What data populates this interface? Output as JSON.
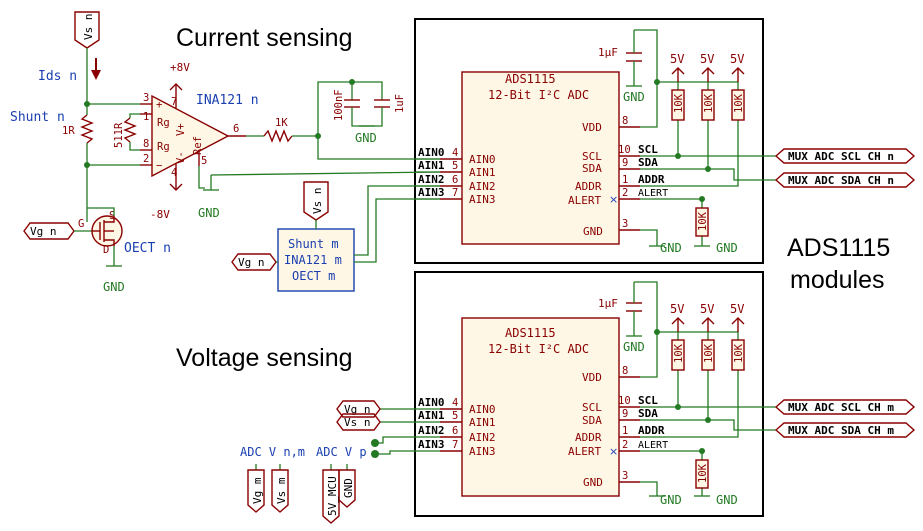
{
  "headings": {
    "current": "Current sensing",
    "voltage": "Voltage sensing",
    "modules_line1": "ADS1115",
    "modules_line2": "modules"
  },
  "adc": {
    "name": "ADS1115",
    "desc": "12-Bit I²C ADC",
    "pins_left": [
      "AIN0",
      "AIN1",
      "AIN2",
      "AIN3"
    ],
    "pins_right": [
      "VDD",
      "SCL",
      "SDA",
      "ADDR",
      "ALERT",
      "GND"
    ],
    "pin_numbers_left": [
      "4",
      "5",
      "6",
      "7"
    ],
    "pin_numbers_right": [
      "8",
      "10",
      "9",
      "1",
      "2",
      "3"
    ],
    "net_scl": "SCL",
    "net_sda": "SDA",
    "net_addr": "ADDR",
    "net_alert": "ALERT",
    "cap": "1µF",
    "pullups": [
      "5V",
      "5V",
      "5V"
    ],
    "pullup_value": "10K",
    "addr_res": "10K",
    "gnd": "GND"
  },
  "top_module": {
    "bus_scl": "MUX ADC SCL CH n",
    "bus_sda": "MUX ADC SDA CH n",
    "ain_labels": [
      "AIN0",
      "AIN1",
      "AIN2",
      "AIN3"
    ]
  },
  "bottom_module": {
    "bus_scl": "MUX ADC SCL CH m",
    "bus_sda": "MUX ADC SDA CH m",
    "ain_labels": [
      "AIN0",
      "AIN1",
      "AIN2",
      "AIN3"
    ],
    "inputs": [
      "Vg n",
      "Vs n"
    ]
  },
  "current_circuit": {
    "vs_port": "Vs n",
    "ids": "Ids n",
    "shunt": "Shunt n",
    "shunt_value": "1R",
    "rg_value": "511R",
    "amp_name": "INA121 n",
    "plus8": "+8V",
    "minus8": "-8V",
    "r1k": "1K",
    "cap100": "100nF",
    "cap1u": "1uF",
    "gnd": "GND",
    "vg_port": "Vg n",
    "oect": "OECT n",
    "gate": "G",
    "drain": "D",
    "source": "S",
    "amp_pins": {
      "in_plus": "3",
      "in_minus": "2",
      "rg1": "1",
      "rg8": "8",
      "vplus": "7",
      "vminus": "4",
      "out": "6",
      "ref": "5"
    },
    "amp_labels": {
      "rg": "Rg",
      "vplus": "V+",
      "vminus": "V-",
      "ref": "Ref"
    },
    "hier_sheet": {
      "line1": "Shunt m",
      "line2": "INA121 m",
      "line3": "OECT m",
      "vs_port": "Vs n",
      "vg_port": "Vg n"
    }
  },
  "connectors": {
    "adc_v_nm": "ADC V n,m",
    "adc_v_p": "ADC V p",
    "ports_nm": [
      "Vg m",
      "Vs m"
    ],
    "ports_p": [
      "5V_MCU",
      "GND"
    ]
  }
}
